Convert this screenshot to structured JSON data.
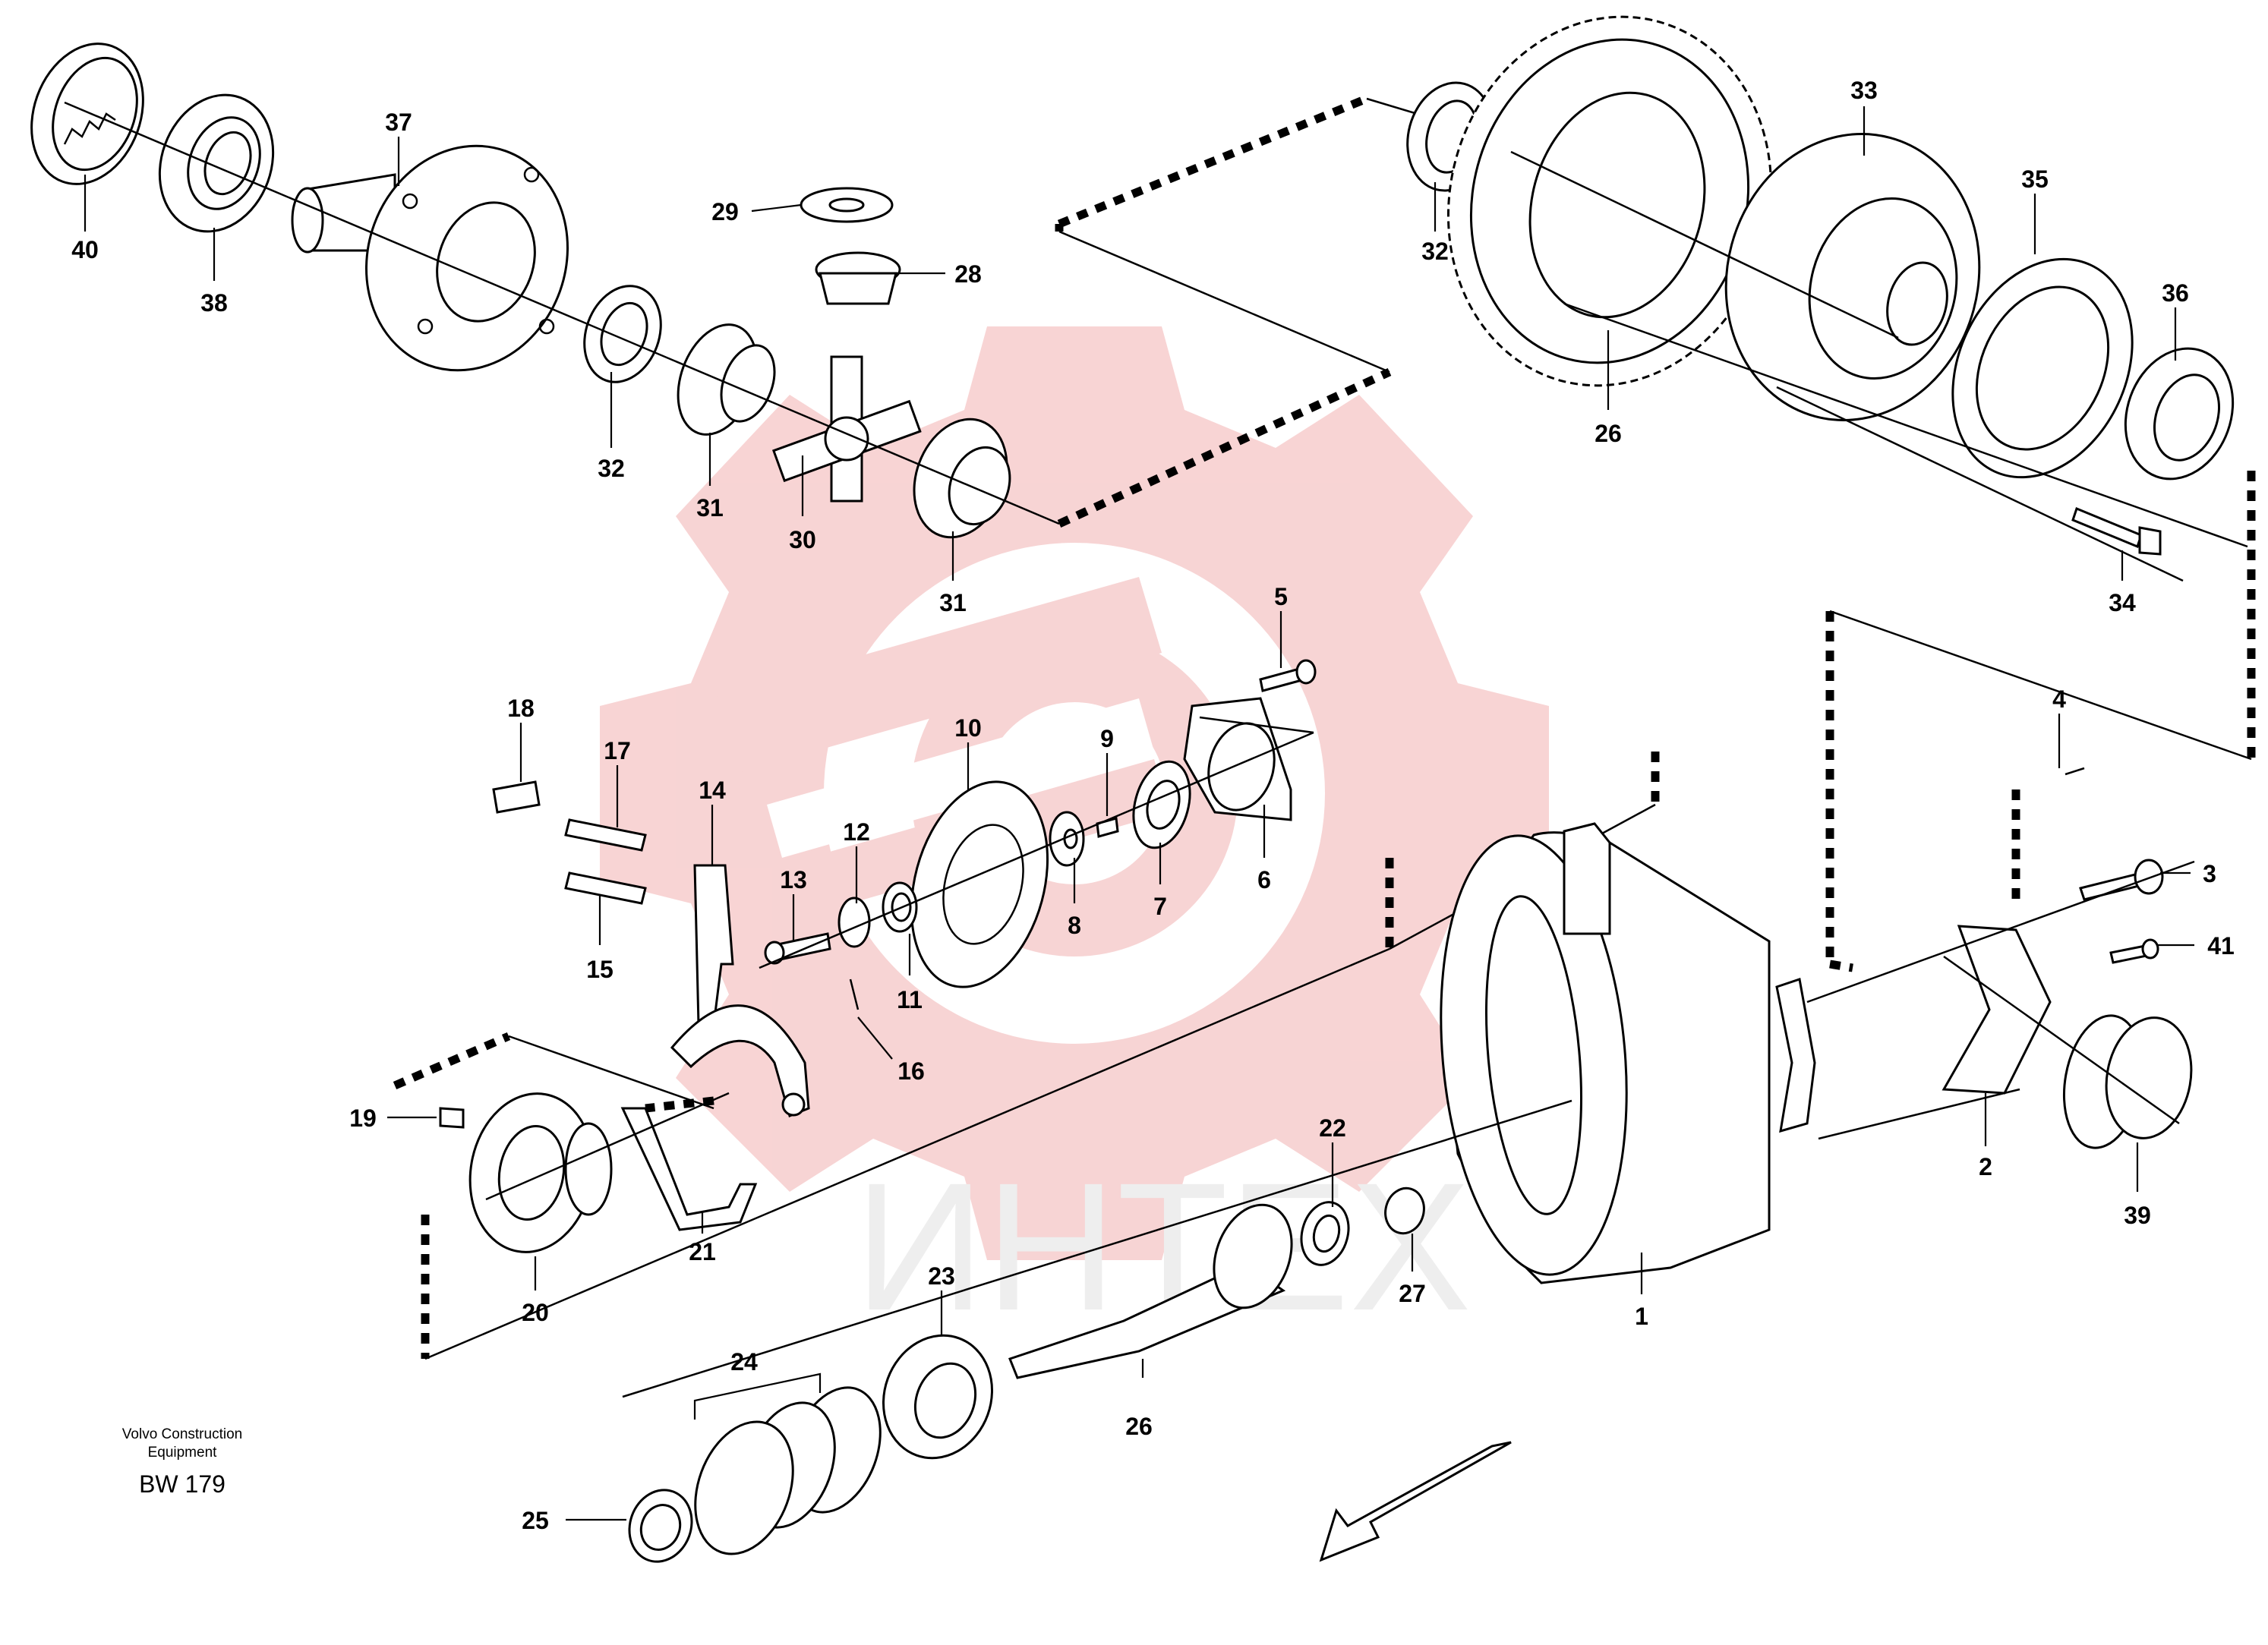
{
  "caption": {
    "org": "Volvo Construction\nEquipment",
    "drawing_id": "BW 179"
  },
  "watermark": {
    "text": "ИНТЕХ",
    "color": "#f3b8b8",
    "text_color": "#e4e4e4"
  },
  "callouts": [
    {
      "num": "40"
    },
    {
      "num": "38"
    },
    {
      "num": "37"
    },
    {
      "num": "32"
    },
    {
      "num": "31"
    },
    {
      "num": "30"
    },
    {
      "num": "29"
    },
    {
      "num": "28"
    },
    {
      "num": "31"
    },
    {
      "num": "32"
    },
    {
      "num": "33"
    },
    {
      "num": "26"
    },
    {
      "num": "35"
    },
    {
      "num": "36"
    },
    {
      "num": "34"
    },
    {
      "num": "5"
    },
    {
      "num": "18"
    },
    {
      "num": "17"
    },
    {
      "num": "14"
    },
    {
      "num": "10"
    },
    {
      "num": "9"
    },
    {
      "num": "13"
    },
    {
      "num": "12"
    },
    {
      "num": "6"
    },
    {
      "num": "7"
    },
    {
      "num": "8"
    },
    {
      "num": "15"
    },
    {
      "num": "11"
    },
    {
      "num": "16"
    },
    {
      "num": "4"
    },
    {
      "num": "3"
    },
    {
      "num": "41"
    },
    {
      "num": "19"
    },
    {
      "num": "22"
    },
    {
      "num": "2"
    },
    {
      "num": "39"
    },
    {
      "num": "21"
    },
    {
      "num": "23"
    },
    {
      "num": "27"
    },
    {
      "num": "1"
    },
    {
      "num": "20"
    },
    {
      "num": "24"
    },
    {
      "num": "26"
    },
    {
      "num": "25"
    }
  ],
  "colors": {
    "ink": "#000000",
    "paper": "#ffffff"
  }
}
